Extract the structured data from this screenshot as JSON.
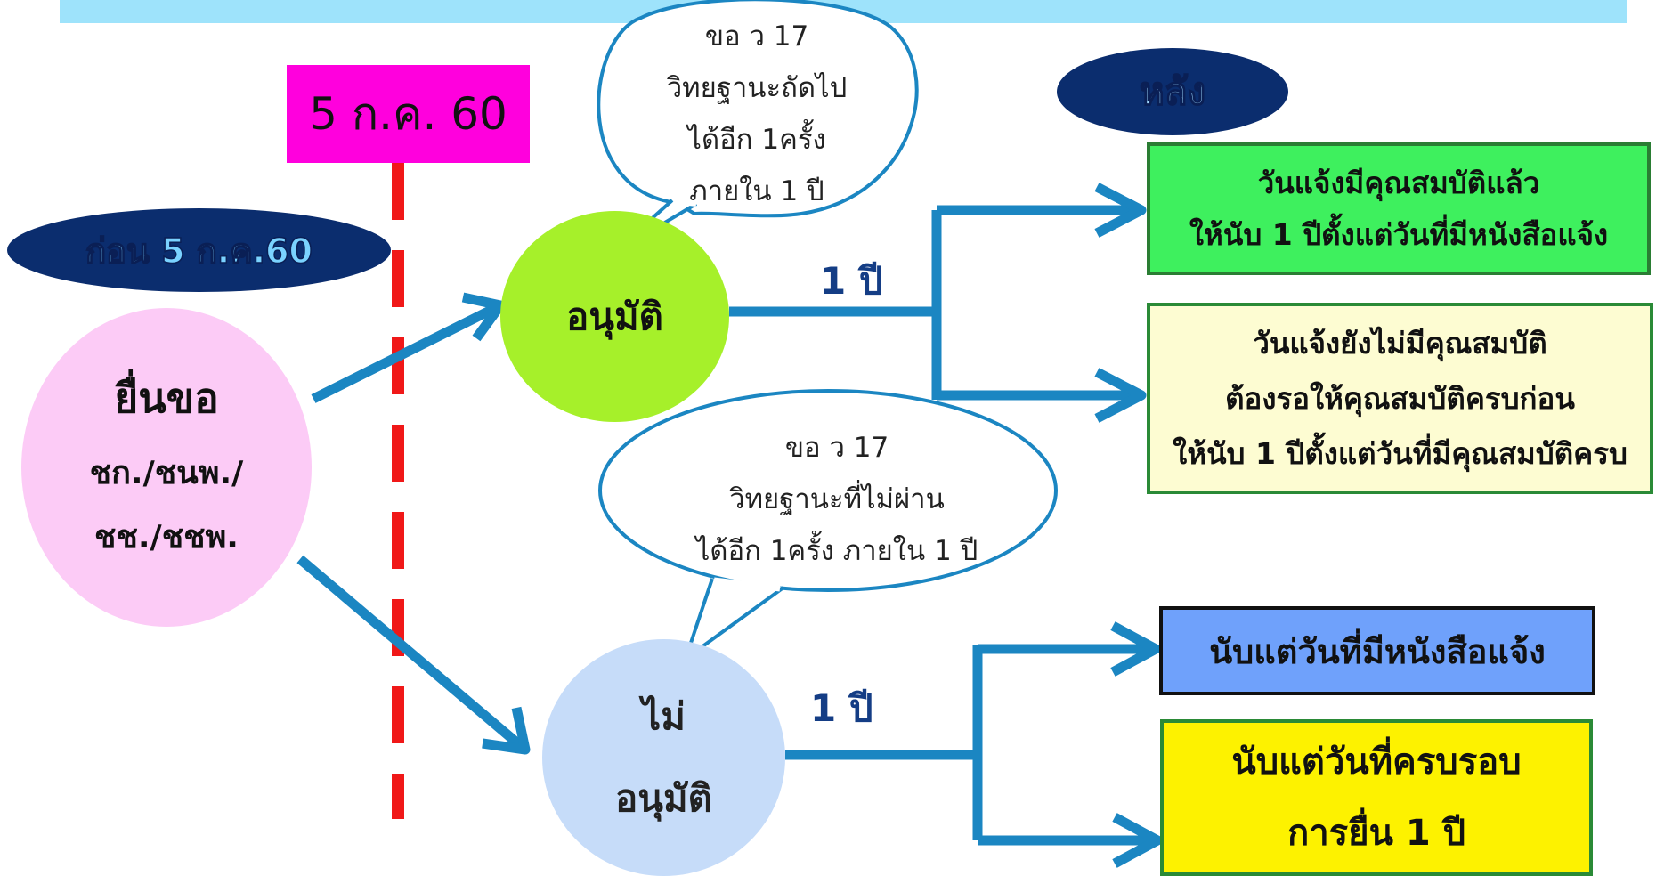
{
  "date_marker": "5 ก.ค. 60",
  "before_label": "ก่อน 5 ก.ค.60",
  "after_label": "หลัง",
  "submit": {
    "title": "ยื่นขอ",
    "line1": "ชก./ชนพ./",
    "line2": "ชช./ชชพ."
  },
  "approve": {
    "label": "อนุมัติ"
  },
  "reject": {
    "line1": "ไม่",
    "line2": "อนุมัติ"
  },
  "period_top": "1 ปี",
  "period_bottom": "1 ปี",
  "bubble_approve": {
    "line1": "ขอ  ว 17",
    "line2": "วิทยฐานะถัดไป",
    "line3": "ได้อีก 1ครั้ง",
    "line4": "ภายใน 1 ปี"
  },
  "bubble_reject": {
    "line1": "ขอ  ว 17",
    "line2": "วิทยฐานะที่ไม่ผ่าน",
    "line3": "ได้อีก 1ครั้ง ภายใน 1 ปี"
  },
  "outcomes": {
    "approved_qualified": {
      "line1": "วันแจ้งมีคุณสมบัติแล้ว",
      "line2": "ให้นับ 1 ปีตั้งแต่วันที่มีหนังสือแจ้ง"
    },
    "approved_not_qualified": {
      "line1": "วันแจ้งยังไม่มีคุณสมบัติ",
      "line2": "ต้องรอให้คุณสมบัติครบก่อน",
      "line3": "ให้นับ 1 ปีตั้งแต่วันที่มีคุณสมบัติครบ"
    },
    "rejected_notice": {
      "line1": "นับแต่วันที่มีหนังสือแจ้ง"
    },
    "rejected_cycle": {
      "line1": "นับแต่วันที่ครบรอบ",
      "line2": "การยื่น 1 ปี"
    }
  },
  "colors": {
    "arrow": "#1b86c2",
    "dashed_line": "#f01818",
    "date_box": "#ff00dd",
    "pill": "#0b2d6e"
  }
}
